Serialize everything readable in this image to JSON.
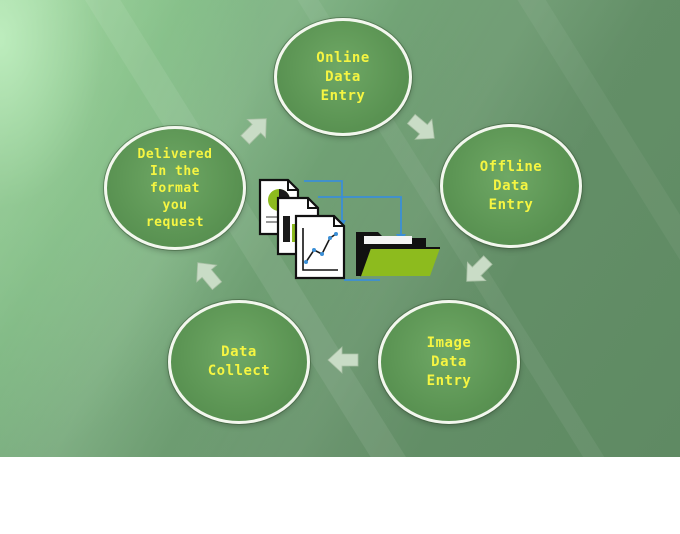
{
  "diagram": {
    "title": "Data entry process cycle",
    "nodes": [
      {
        "id": "online",
        "lines": [
          "Online",
          "Data",
          "Entry"
        ]
      },
      {
        "id": "offline",
        "lines": [
          "Offline",
          "Data",
          "Entry"
        ]
      },
      {
        "id": "image",
        "lines": [
          "Image",
          "Data",
          "Entry"
        ]
      },
      {
        "id": "collect",
        "lines": [
          "Data",
          "Collect"
        ]
      },
      {
        "id": "delivered",
        "lines": [
          "Delivered",
          "In the",
          "format",
          "you",
          "request"
        ]
      }
    ],
    "colors": {
      "node_fill": "#5d9655",
      "node_border": "#f3f7ee",
      "node_text": "#f5f542",
      "arrow_fill": "#c9dcc6",
      "folder_green": "#8dbb1e",
      "connector_blue": "#3b8fd6"
    },
    "icons": [
      "document-pie-icon",
      "document-bar-icon",
      "document-line-chart-icon",
      "folder-icon"
    ]
  }
}
